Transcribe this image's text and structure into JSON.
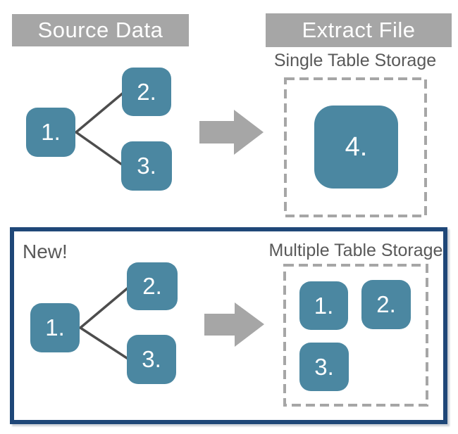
{
  "palette": {
    "node_fill": "#4b87a1",
    "node_text": "#ffffff",
    "header_bg": "#a6a6a6",
    "arrow": "#a6a6a6",
    "dashed_border": "#a6a6a6",
    "connector": "#4d4d4d",
    "label_text": "#595959",
    "highlight_border": "#1f4778"
  },
  "headers": {
    "source": "Source Data",
    "extract": "Extract File"
  },
  "top_flow": {
    "storage_label": "Single Table Storage",
    "source_nodes": [
      {
        "label": "1."
      },
      {
        "label": "2."
      },
      {
        "label": "3."
      }
    ],
    "extract_node": {
      "label": "4."
    }
  },
  "bottom_flow": {
    "badge": "New!",
    "storage_label": "Multiple Table Storage",
    "source_nodes": [
      {
        "label": "1."
      },
      {
        "label": "2."
      },
      {
        "label": "3."
      }
    ],
    "extract_nodes": [
      {
        "label": "1."
      },
      {
        "label": "2."
      },
      {
        "label": "3."
      }
    ]
  }
}
